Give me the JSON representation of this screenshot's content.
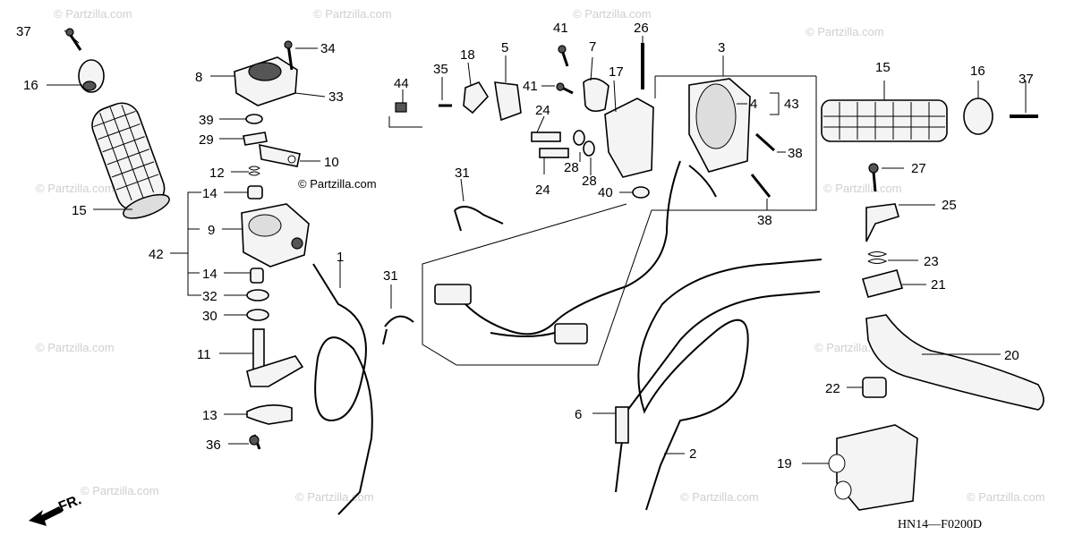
{
  "watermark": "© Partzilla.com",
  "diagram_code": "HN14—F0200D",
  "front_indicator": "FR.",
  "callouts": {
    "c1": "1",
    "c2": "2",
    "c3": "3",
    "c4": "4",
    "c5": "5",
    "c6": "6",
    "c7": "7",
    "c8": "8",
    "c9": "9",
    "c10": "10",
    "c11": "11",
    "c12": "12",
    "c13": "13",
    "c14a": "14",
    "c14b": "14",
    "c15a": "15",
    "c15b": "15",
    "c16a": "16",
    "c16b": "16",
    "c17": "17",
    "c18": "18",
    "c19": "19",
    "c20": "20",
    "c21": "21",
    "c22": "22",
    "c23": "23",
    "c24a": "24",
    "c24b": "24",
    "c25": "25",
    "c26": "26",
    "c27": "27",
    "c28a": "28",
    "c28b": "28",
    "c29": "29",
    "c30": "30",
    "c31a": "31",
    "c31b": "31",
    "c32": "32",
    "c33": "33",
    "c34": "34",
    "c35": "35",
    "c36": "36",
    "c37a": "37",
    "c37b": "37",
    "c38a": "38",
    "c38b": "38",
    "c39": "39",
    "c40": "40",
    "c41a": "41",
    "c41b": "41",
    "c42": "42",
    "c43": "43",
    "c44": "44"
  }
}
